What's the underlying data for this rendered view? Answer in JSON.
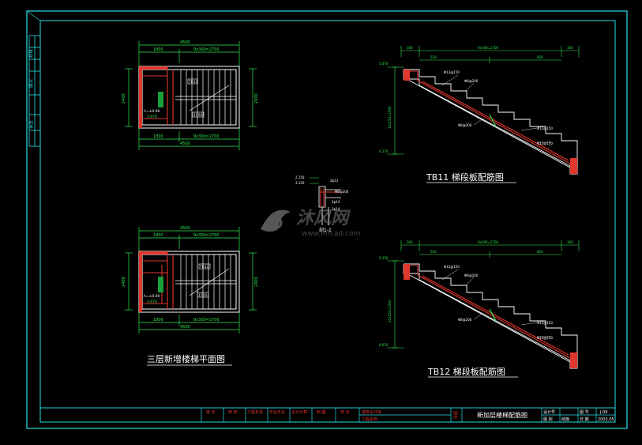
{
  "colors": {
    "background": "#000000",
    "frame": "#29e0e6",
    "dim": "#2ee84f",
    "line": "#ffffff",
    "wall": "#e0372f",
    "label_bg": "#1a9e3a"
  },
  "titles": {
    "plan": "三层新增楼梯平面图",
    "tb11": "TB11  梯段板配筋图",
    "tb12": "TB12  梯段板配筋图",
    "section": "剖1-1"
  },
  "plan_top": {
    "overall": "4500",
    "left": "1800",
    "right": "9x300=2700",
    "height_left": "2400",
    "height_right": "2400",
    "bottom_left": "1800",
    "bottom_right": "9x300=2700",
    "bottom_overall": "4500",
    "elev1": "h=±0.00",
    "elev2": "3.970",
    "tag1": "TB11",
    "tag2": "1550"
  },
  "plan_bottom": {
    "overall": "4500",
    "left": "1800",
    "right": "9x300=2700",
    "height_left": "2400",
    "height_right": "2400",
    "bottom_left": "1800",
    "bottom_right": "9x300=2700",
    "bottom_overall": "4500",
    "elev1": "h=±0.00",
    "elev2": "3.970",
    "tag1": "TB12",
    "tag2": "1550"
  },
  "tb11": {
    "top_dims": [
      "300",
      "9x300=2700",
      "300"
    ],
    "sub_dims": [
      "520",
      "820"
    ],
    "elev_top": "5.670",
    "elev_bottom": "4.170",
    "side_dim": "10x150=1500",
    "rebar": [
      "Φ12@150",
      "Φ8@200",
      "Φ8@200",
      "Φ12@150",
      "Φ12@150"
    ]
  },
  "tb12": {
    "top_dims": [
      "300",
      "9x300=2700",
      "300"
    ],
    "sub_dims": [
      "520",
      "820"
    ],
    "elev_top": "2.150",
    "elev_bottom": "0.670",
    "side_dim": "10x150=1500",
    "rebar": [
      "Φ12@150",
      "Φ8@200",
      "Φ8@200",
      "Φ12@150",
      "Φ12@150"
    ]
  },
  "section_detail": {
    "dims": [
      "2.150",
      "3.150"
    ],
    "rebar": [
      "2φ12",
      "Φ8@200",
      "2φ14",
      "2φ14"
    ]
  },
  "watermark": {
    "text": "沐风网",
    "url": "www.mfcad.com"
  },
  "side_strip": [
    "修改",
    "版次",
    "会签"
  ],
  "title_block": {
    "cells": [
      "审 定",
      "审 核",
      "工程负责",
      "专业负责",
      "设计计算",
      "制 图",
      "校 对"
    ],
    "company": "建筑设计院",
    "project": "工程名称",
    "drawing_label": "图名",
    "drawing_name": "新加层楼梯配筋图",
    "no_label": "设计号",
    "no_value": "",
    "sheet_label": "图 号",
    "sheet_value": "J-09",
    "cat_label": "图 别",
    "cat_value": "结施",
    "date_label": "日 期",
    "date_value": "2003.05"
  }
}
